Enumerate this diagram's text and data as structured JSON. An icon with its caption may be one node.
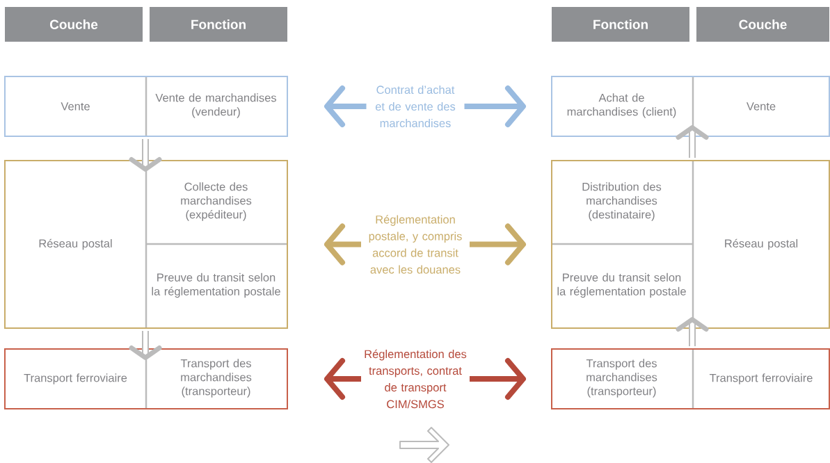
{
  "diagram": {
    "nodes": [
      {
        "text": [
          "Couche"
        ]
      },
      {
        "text": [
          "Fonction"
        ]
      },
      {
        "text": [
          "Fonction"
        ]
      },
      {
        "text": [
          "Couche"
        ]
      },
      {
        "text": [
          "Vente"
        ]
      },
      {
        "text": [
          "Vente de marchandises (vendeur)"
        ],
        "in": 4
      },
      {
        "text": [
          "Réseau postal"
        ]
      },
      {
        "text": [
          "Collecte des marchandises (expéditeur)"
        ],
        "in": 6
      },
      {
        "text": [
          "Preuve du transit selon la réglementation postale"
        ],
        "in": 6
      },
      {
        "text": [
          "Transport ferroviaire"
        ]
      },
      {
        "text": [
          "Transport des marchandises (transporteur)"
        ],
        "in": 9
      },
      {
        "text": [
          "Vente"
        ]
      },
      {
        "text": [
          "Achat de marchandises (client)"
        ],
        "in": 11
      },
      {
        "text": [
          "Réseau postal"
        ]
      },
      {
        "text": [
          "Distribution des marchandises (destinataire)"
        ],
        "in": 13
      },
      {
        "text": [
          "Preuve du transit selon la réglementation postale"
        ],
        "in": 13
      },
      {
        "text": [
          "Transport ferroviaire"
        ]
      },
      {
        "text": [
          "Transport des marchandises (transporteur)"
        ],
        "in": 16
      }
    ],
    "edges": [
      {
        "from": 4,
        "to": 6,
        "arrow": "to"
      },
      {
        "from": 6,
        "to": 9,
        "arrow": "to"
      },
      {
        "from": 16,
        "to": 13,
        "arrow": "to"
      },
      {
        "from": 13,
        "to": 11,
        "arrow": "to"
      },
      {
        "from": 4,
        "to": 11,
        "arrow": "both",
        "label": "Contrat d’achat et de vente des marchandises",
        "color": "#99bbe0"
      },
      {
        "from": 6,
        "to": 13,
        "arrow": "both",
        "label": "Réglementation postale, y compris accord de transit avec les douanes",
        "color": "#c9ad6a"
      },
      {
        "from": 9,
        "to": 16,
        "arrow": "both",
        "label": "Réglementation des transports, contrat de transport CIM/SMGS",
        "color": "#b5493a"
      }
    ]
  }
}
